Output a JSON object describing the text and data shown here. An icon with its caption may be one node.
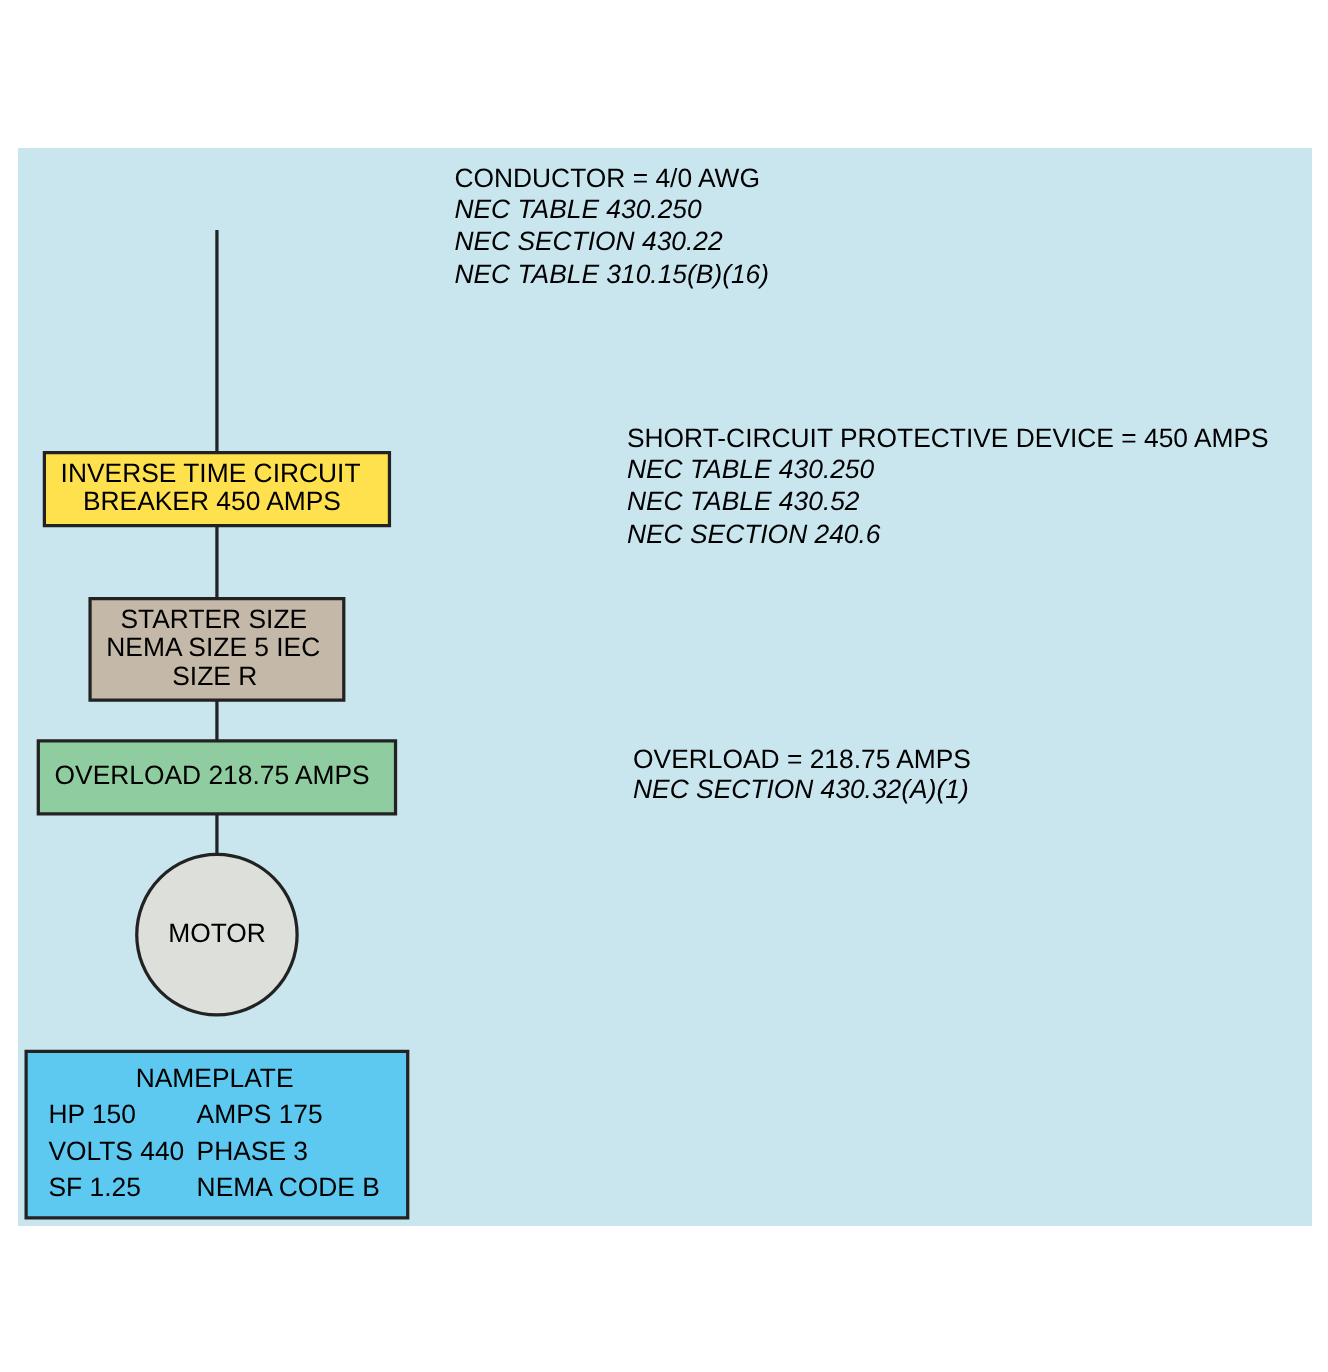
{
  "diagram": {
    "nodes": [
      {
        "text": [
          "INVERSE TIME CIRCUIT BREAKER 450 AMPS"
        ],
        "beside": [
          "SHORT-CIRCUIT PROTECTIVE DEVICE = 450 AMPS",
          "NEC TABLE 430.250",
          "NEC TABLE 430.52",
          "NEC SECTION 240.6"
        ]
      },
      {
        "text": [
          "STARTER SIZE NEMA SIZE 5 IEC SIZE R"
        ]
      },
      {
        "text": [
          "OVERLOAD 218.75 AMPS"
        ],
        "beside": [
          "OVERLOAD = 218.75 AMPS",
          "NEC SECTION 430.32(A)(1)"
        ]
      },
      {
        "text": [
          "MOTOR"
        ]
      },
      {
        "text": [
          "NAMEPLATE",
          "HP 150",
          "AMPS 175",
          "VOLTS 440",
          "PHASE 3",
          "SF 1.25",
          "NEMA CODE B"
        ]
      }
    ],
    "edges": [
      {
        "from": null,
        "to": 0,
        "arrow": "none"
      },
      {
        "from": 0,
        "to": 1,
        "arrow": "none"
      },
      {
        "from": 1,
        "to": 2,
        "arrow": "none"
      },
      {
        "from": 2,
        "to": 3,
        "arrow": "none"
      }
    ],
    "labels": [
      "CONDUCTOR = 4/0 AWG",
      "NEC TABLE 430.250",
      "NEC SECTION 430.22",
      "NEC TABLE 310.15(B)(16)"
    ]
  }
}
